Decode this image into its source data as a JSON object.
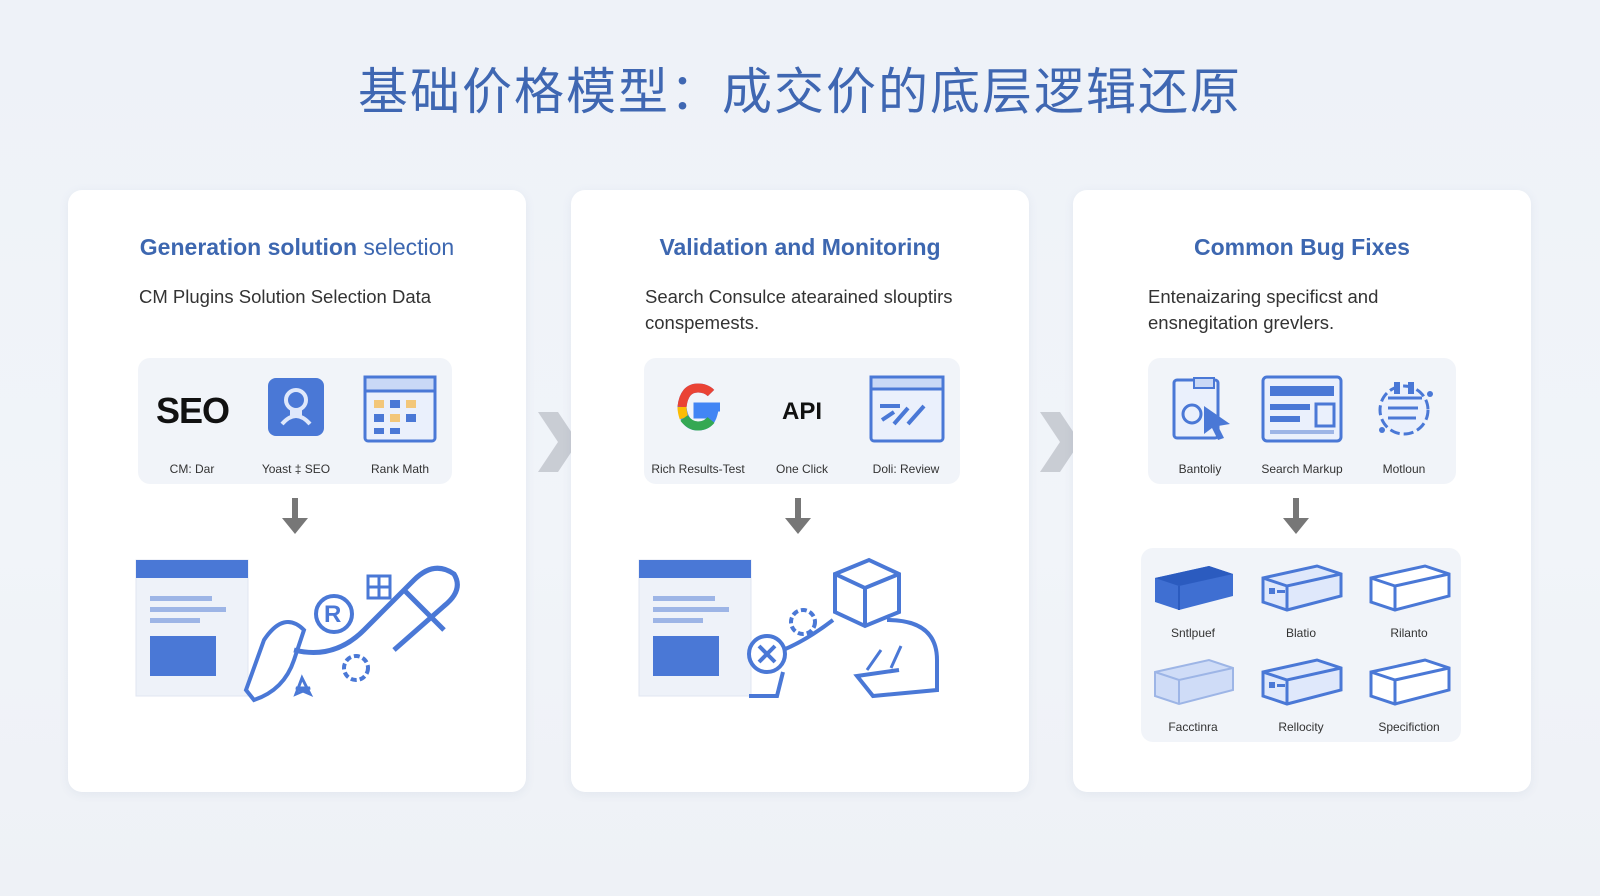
{
  "title": "基础价格模型：成交价的底层逻辑还原",
  "cards": [
    {
      "title_main": "Generation solution",
      "title_light": " selection",
      "subtitle": "CM Plugins Solution Selection Data",
      "tools": [
        {
          "label": "CM: Dar",
          "icon": "seo-logo-icon",
          "text": "SEO"
        },
        {
          "label": "Yoast ‡ SEO",
          "icon": "yoast-plugin-icon"
        },
        {
          "label": "Rank Math",
          "icon": "calendar-window-icon"
        }
      ]
    },
    {
      "title_main": "Validation and Monitoring",
      "subtitle": "Search Consulce atearained slouptirs conspemests.",
      "tools": [
        {
          "label": "Rich Results-Test",
          "icon": "google-g-icon"
        },
        {
          "label": "One Click",
          "icon": "api-text-icon",
          "text": "API"
        },
        {
          "label": "Doli: Review",
          "icon": "review-window-icon"
        }
      ]
    },
    {
      "title_main": "Common Bug Fixes",
      "subtitle": "Entenaizaring specificst and ensnegitation grevlers.",
      "tools": [
        {
          "label": "Bantoliy",
          "icon": "document-cursor-icon"
        },
        {
          "label": "Search Markup",
          "icon": "markup-window-icon"
        },
        {
          "label": "Motloun",
          "icon": "gear-notebook-icon"
        }
      ],
      "boxes": [
        {
          "label": "Sntlpuef",
          "icon": "solid-box-icon"
        },
        {
          "label": "Blatio",
          "icon": "server-box-icon"
        },
        {
          "label": "Rilanto",
          "icon": "outline-box-icon"
        },
        {
          "label": "Facctinra",
          "icon": "light-box-icon"
        },
        {
          "label": "Rellocity",
          "icon": "server-box-icon"
        },
        {
          "label": "Specifiction",
          "icon": "outline-box-icon"
        }
      ]
    }
  ],
  "colors": {
    "title": "#3f67b2",
    "accent": "#4a78d6",
    "card_title": "#3d67b0",
    "arrow": "#777777",
    "chevron": "#c9cdd4"
  }
}
